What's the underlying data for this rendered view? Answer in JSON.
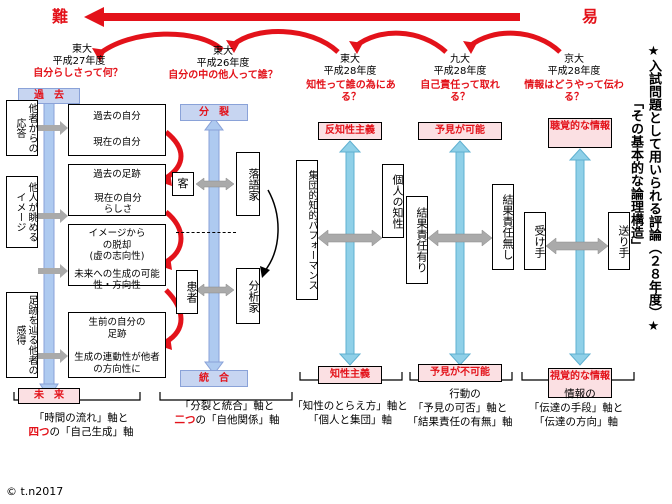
{
  "top": {
    "difficult": "難",
    "easy": "易"
  },
  "columns": [
    {
      "univ": "東大",
      "year": "平成27年度",
      "question": "自分らしさって何？"
    },
    {
      "univ": "東大",
      "year": "平成26年度",
      "question": "自分の中の他人って誰？"
    },
    {
      "univ": "東大",
      "year": "平成28年度",
      "question": "知性って誰の為にある？"
    },
    {
      "univ": "九大",
      "year": "平成28年度",
      "question": "自己責任って取れる？"
    },
    {
      "univ": "京大",
      "year": "平成28年度",
      "question": "情報はどうやって伝わる？"
    }
  ],
  "col1": {
    "top_label": "過　去",
    "bottom_label": "未　来",
    "side_labels": [
      "他者からの応答",
      "他人が眺めるイメージ",
      "足跡を辿る他者の感得"
    ],
    "boxes": [
      "過去の自分",
      "現在の自分",
      "過去の足跡",
      "現在の自分らしさ",
      "イメージからの脱却",
      "(虚の志向性)",
      "未来への生成の可能性・方向性",
      "生前の自分の足跡",
      "生成の連動性が他者の方向性に"
    ],
    "caption1": "「時間の流れ」軸と",
    "caption2_red": "四つ",
    "caption2_rest": "の「自己生成」軸"
  },
  "col2": {
    "top_label": "分　裂",
    "bottom_label": "統　合",
    "left_items": [
      "客",
      "患者"
    ],
    "right_items": [
      "落語家",
      "分析家"
    ],
    "caption1": "「分裂と統合」軸と",
    "caption2_red": "二つ",
    "caption2_rest": "の「自他関係」軸"
  },
  "col3": {
    "top_label": "反知性主義",
    "bottom_label": "知性主義",
    "left_item": "集団的知的パフォーマンス",
    "right_item": "個人の知性",
    "caption1": "「知性のとらえ方」軸と",
    "caption2": "「個人と集団」軸"
  },
  "col4": {
    "top_label": "予見が可能",
    "bottom_label": "予見が不可能",
    "left_item": "結果責任有り",
    "right_item": "結果責任無し",
    "caption1": "行動の",
    "caption2": "「予見の可否」軸と",
    "caption3": "「結果責任の有無」軸"
  },
  "col5": {
    "top_label": "聴覚的な情報",
    "bottom_label": "視覚的な情報",
    "left_item": "受け手",
    "right_item": "送り手",
    "caption1": "情報の",
    "caption2": "「伝達の手段」軸と",
    "caption3": "「伝達の方向」軸"
  },
  "side_title_1": "★入試問題として用いられる評論（２８年度）★",
  "side_title_2": "「その基本的な論理構造」",
  "copyright": "© t.n2017",
  "colors": {
    "red": "#e3121a",
    "blue_axis": "#aecaf0",
    "cyan_arrow": "#8fd0e8",
    "pink": "#fbe0e3",
    "gray_arrow": "#aaaaaa"
  }
}
